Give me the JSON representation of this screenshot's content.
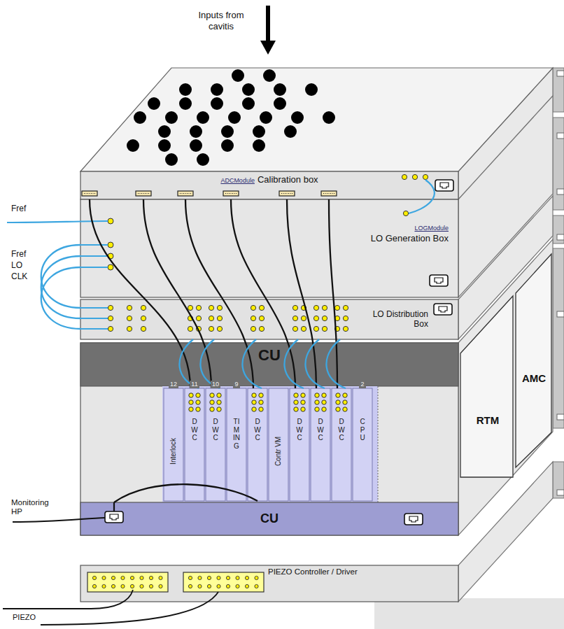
{
  "diagram": {
    "nodes": [
      {
        "text": [
          "ADCModule",
          "Calibration box"
        ]
      },
      {
        "text": [
          "LOGModule",
          "LO Generation Box"
        ]
      },
      {
        "text": [
          "LO Distribution Box"
        ]
      },
      {
        "text": [
          "CU"
        ]
      },
      {
        "text": [
          "Interlock"
        ]
      },
      {
        "text": [
          "DWC"
        ]
      },
      {
        "text": [
          "DWC"
        ]
      },
      {
        "text": [
          "TIMING"
        ]
      },
      {
        "text": [
          "DWC"
        ]
      },
      {
        "text": [
          "Contr VM"
        ]
      },
      {
        "text": [
          "DWC"
        ]
      },
      {
        "text": [
          "DWC"
        ]
      },
      {
        "text": [
          "DWC"
        ]
      },
      {
        "text": [
          "CPU"
        ]
      },
      {
        "text": [
          "RTM"
        ]
      },
      {
        "text": [
          "AMC"
        ]
      },
      {
        "text": [
          "CU"
        ]
      },
      {
        "text": [
          "PIEZO Controller / Driver"
        ]
      }
    ],
    "edges": [
      {
        "from": 0,
        "to": 5,
        "arrow": "none"
      },
      {
        "from": 0,
        "to": 6,
        "arrow": "none"
      },
      {
        "from": 0,
        "to": 8,
        "arrow": "none"
      },
      {
        "from": 0,
        "to": 10,
        "arrow": "none"
      },
      {
        "from": 0,
        "to": 11,
        "arrow": "none"
      },
      {
        "from": 0,
        "to": 12,
        "arrow": "none"
      },
      {
        "from": 1,
        "to": 2,
        "arrow": "none"
      },
      {
        "from": 1,
        "to": 2,
        "arrow": "none"
      },
      {
        "from": 1,
        "to": 2,
        "arrow": "none"
      },
      {
        "from": 2,
        "to": 5,
        "arrow": "none"
      },
      {
        "from": 2,
        "to": 6,
        "arrow": "none"
      },
      {
        "from": 2,
        "to": 8,
        "arrow": "none"
      },
      {
        "from": 2,
        "to": 10,
        "arrow": "none"
      },
      {
        "from": 2,
        "to": 11,
        "arrow": "none"
      },
      {
        "from": 2,
        "to": 12,
        "arrow": "none"
      },
      {
        "from": 16,
        "to": 8,
        "arrow": "none"
      }
    ],
    "labels": [
      "Inputs from cavitis",
      "Fref",
      "Fref",
      "LO",
      "CLK",
      "12",
      "11",
      "10",
      "9",
      "2",
      "Monitoring HP",
      "PIEZO"
    ]
  }
}
